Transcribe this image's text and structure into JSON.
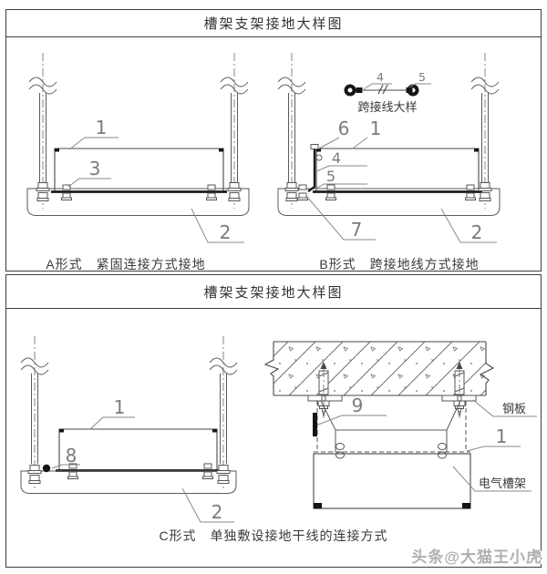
{
  "panel1": {
    "title": "槽架支架接地大样图",
    "detail_a": {
      "caption": "A形式　紧固连接方式接地",
      "label_tray": "1",
      "label_support": "2",
      "label_bolt": "3"
    },
    "detail_b": {
      "caption": "B形式　跨接地线方式接地",
      "jumper_detail": {
        "caption": "跨接线大样",
        "label_lug": "4",
        "label_wire": "5"
      },
      "label_clamp": "6",
      "label_tray": "1",
      "label_lug": "4",
      "label_wire": "5",
      "label_bolt": "7",
      "label_support": "2"
    }
  },
  "panel2": {
    "title": "槽架支架接地大样图",
    "caption": "C形式　单独敷设接地干线的连接方式",
    "detail_c": {
      "label_tray": "1",
      "label_ground_wire": "8",
      "label_support": "2"
    },
    "detail_d": {
      "label_ground_bar": "9",
      "label_tray": "1",
      "label_steel_plate": "钢板",
      "label_cable_tray": "电气槽架"
    }
  },
  "watermark": "头条@大猫王小虎",
  "colors": {
    "line": "#555555",
    "heavy_line": "#1c1c1c",
    "label_number": "#7b7b7b",
    "watermark": "#b0b0b0"
  }
}
